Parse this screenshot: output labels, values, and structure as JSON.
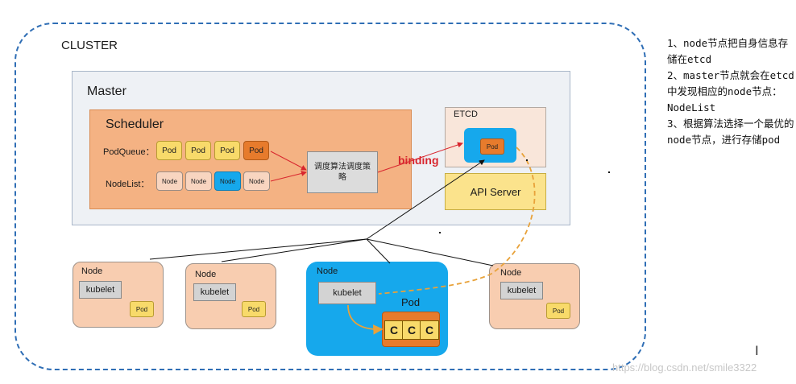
{
  "cluster": {
    "label": "CLUSTER"
  },
  "master": {
    "label": "Master",
    "scheduler": {
      "label": "Scheduler",
      "pod_queue_label": "PodQueue：",
      "pod_queue": [
        "Pod",
        "Pod",
        "Pod",
        "Pod"
      ],
      "node_list_label": "NodeList：",
      "node_list": [
        "Node",
        "Node",
        "Node",
        "Node"
      ],
      "algorithm_label": "调度算法调度策略"
    },
    "binding_label": "binding",
    "etcd": {
      "label": "ETCD",
      "pod": "Pod"
    },
    "api_server": {
      "label": "API Server"
    }
  },
  "nodes": [
    {
      "label": "Node",
      "kubelet": "kubelet",
      "pod": "Pod"
    },
    {
      "label": "Node",
      "kubelet": "kubelet",
      "pod": "Pod"
    },
    {
      "label": "Node",
      "kubelet": "kubelet",
      "pod": "Pod",
      "containers": [
        "C",
        "C",
        "C"
      ]
    },
    {
      "label": "Node",
      "kubelet": "kubelet",
      "pod": "Pod"
    }
  ],
  "notes": [
    "1、node节点把自身信息存储在etcd",
    "2、master节点就会在etcd中发现相应的node节点：NodeList",
    "3、根据算法选择一个最优的node节点，进行存储pod"
  ],
  "watermark": "https://blog.csdn.net/smile3322",
  "colors": {
    "cluster_border": "#2f6eb5",
    "scheduler": "#f4b283",
    "pod_yellow": "#f8da6a",
    "pod_orange": "#e77b2c",
    "selected_blue": "#16a8ec",
    "binding_red": "#d8262e",
    "dashed_orange": "#e8a23a"
  }
}
